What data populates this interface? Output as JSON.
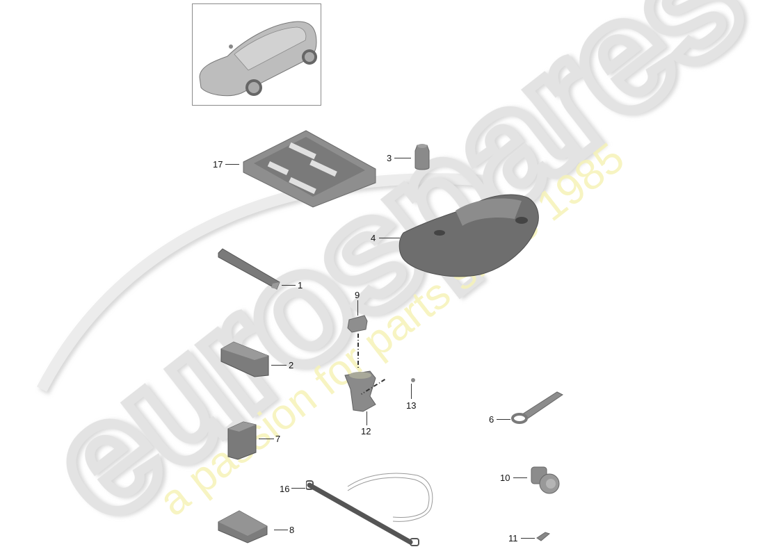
{
  "diagram": {
    "title_image": "Porsche 918 Spyder overview thumbnail",
    "watermark": {
      "brand": "eurospares",
      "tagline": "a passion for parts since 1985",
      "brand_color": "#e6e6e6",
      "tagline_color": "#f4f1b0"
    },
    "parts": [
      {
        "id": "1",
        "label": "1",
        "name": "bar-part"
      },
      {
        "id": "2",
        "label": "2",
        "name": "box-part"
      },
      {
        "id": "3",
        "label": "3",
        "name": "canister-part"
      },
      {
        "id": "4",
        "label": "4",
        "name": "car-cover"
      },
      {
        "id": "6",
        "label": "6",
        "name": "towing-eye"
      },
      {
        "id": "7",
        "label": "7",
        "name": "block-part"
      },
      {
        "id": "8",
        "label": "8",
        "name": "pad-part"
      },
      {
        "id": "9",
        "label": "9",
        "name": "cap-part"
      },
      {
        "id": "10",
        "label": "10",
        "name": "plug-part"
      },
      {
        "id": "11",
        "label": "11",
        "name": "clip-part"
      },
      {
        "id": "12",
        "label": "12",
        "name": "holder-part"
      },
      {
        "id": "13",
        "label": "13",
        "name": "screw-part"
      },
      {
        "id": "16",
        "label": "16",
        "name": "strap-part"
      },
      {
        "id": "17",
        "label": "17",
        "name": "tray-part"
      }
    ]
  }
}
